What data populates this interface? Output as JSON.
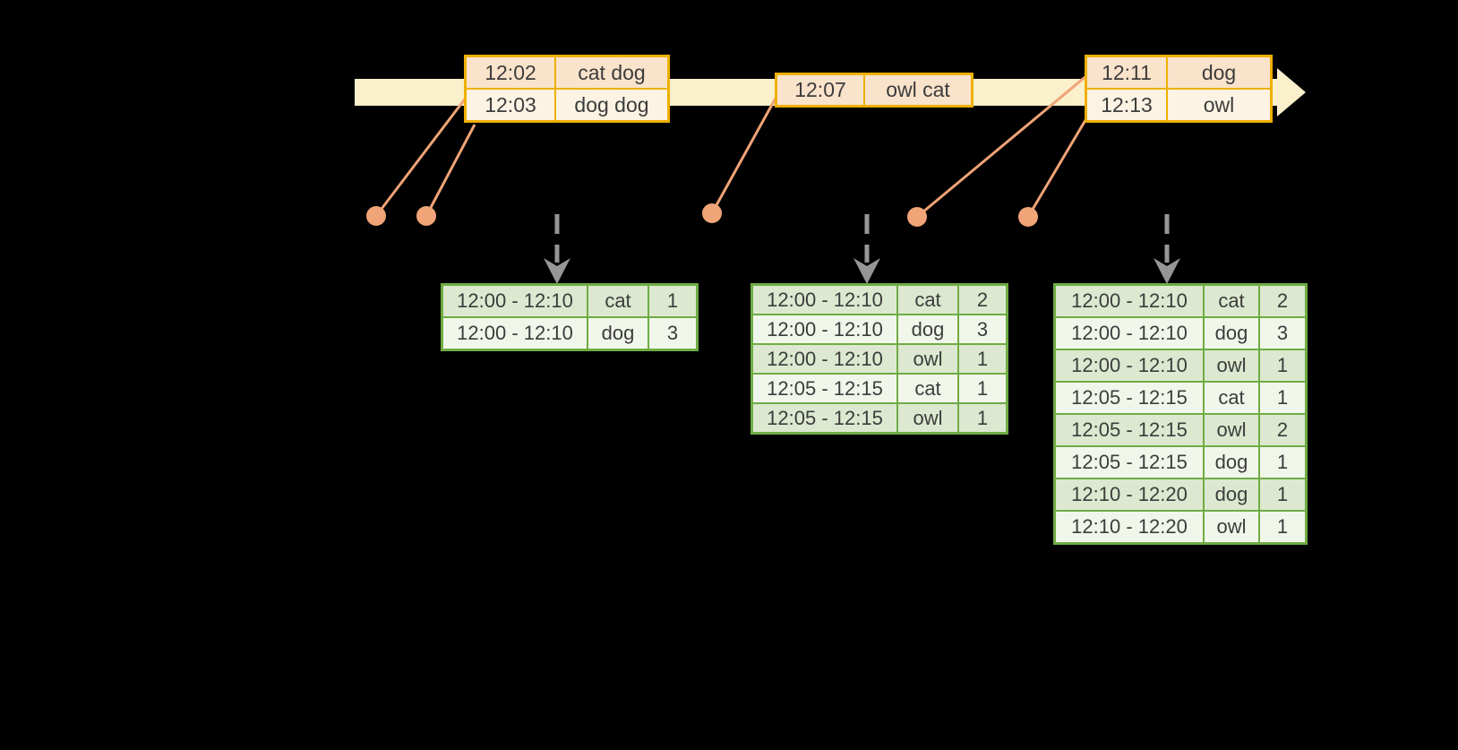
{
  "palette": {
    "background": "#000000",
    "timeline_fill": "#FAF0CB",
    "event_box_border": "#EFB004",
    "event_fill_peach": "#FAE3CB",
    "event_fill_cream": "#FCF3E4",
    "connector_salmon": "#F0A477",
    "trigger_arrow_gray": "#969696",
    "table_border_green": "#6FAC44",
    "table_row_dark": "#DCE9D0",
    "table_row_light": "#F1F6EB",
    "text": "#3C3C3C"
  },
  "timeline": {
    "event_boxes": [
      {
        "rows": [
          {
            "time": "12:02",
            "words": "cat dog"
          },
          {
            "time": "12:03",
            "words": "dog dog"
          }
        ]
      },
      {
        "rows": [
          {
            "time": "12:07",
            "words": "owl cat"
          }
        ]
      },
      {
        "rows": [
          {
            "time": "12:11",
            "words": "dog"
          },
          {
            "time": "12:13",
            "words": "owl"
          }
        ]
      }
    ]
  },
  "result_tables": [
    {
      "rows": [
        {
          "window": "12:00 - 12:10",
          "word": "cat",
          "count": "1"
        },
        {
          "window": "12:00 - 12:10",
          "word": "dog",
          "count": "3"
        }
      ]
    },
    {
      "rows": [
        {
          "window": "12:00 - 12:10",
          "word": "cat",
          "count": "2"
        },
        {
          "window": "12:00 - 12:10",
          "word": "dog",
          "count": "3"
        },
        {
          "window": "12:00 - 12:10",
          "word": "owl",
          "count": "1"
        },
        {
          "window": "12:05 - 12:15",
          "word": "cat",
          "count": "1"
        },
        {
          "window": "12:05 - 12:15",
          "word": "owl",
          "count": "1"
        }
      ]
    },
    {
      "rows": [
        {
          "window": "12:00 - 12:10",
          "word": "cat",
          "count": "2"
        },
        {
          "window": "12:00 - 12:10",
          "word": "dog",
          "count": "3"
        },
        {
          "window": "12:00 - 12:10",
          "word": "owl",
          "count": "1"
        },
        {
          "window": "12:05 - 12:15",
          "word": "cat",
          "count": "1"
        },
        {
          "window": "12:05 - 12:15",
          "word": "owl",
          "count": "2"
        },
        {
          "window": "12:05 - 12:15",
          "word": "dog",
          "count": "1"
        },
        {
          "window": "12:10 - 12:20",
          "word": "dog",
          "count": "1"
        },
        {
          "window": "12:10 - 12:20",
          "word": "owl",
          "count": "1"
        }
      ]
    }
  ]
}
